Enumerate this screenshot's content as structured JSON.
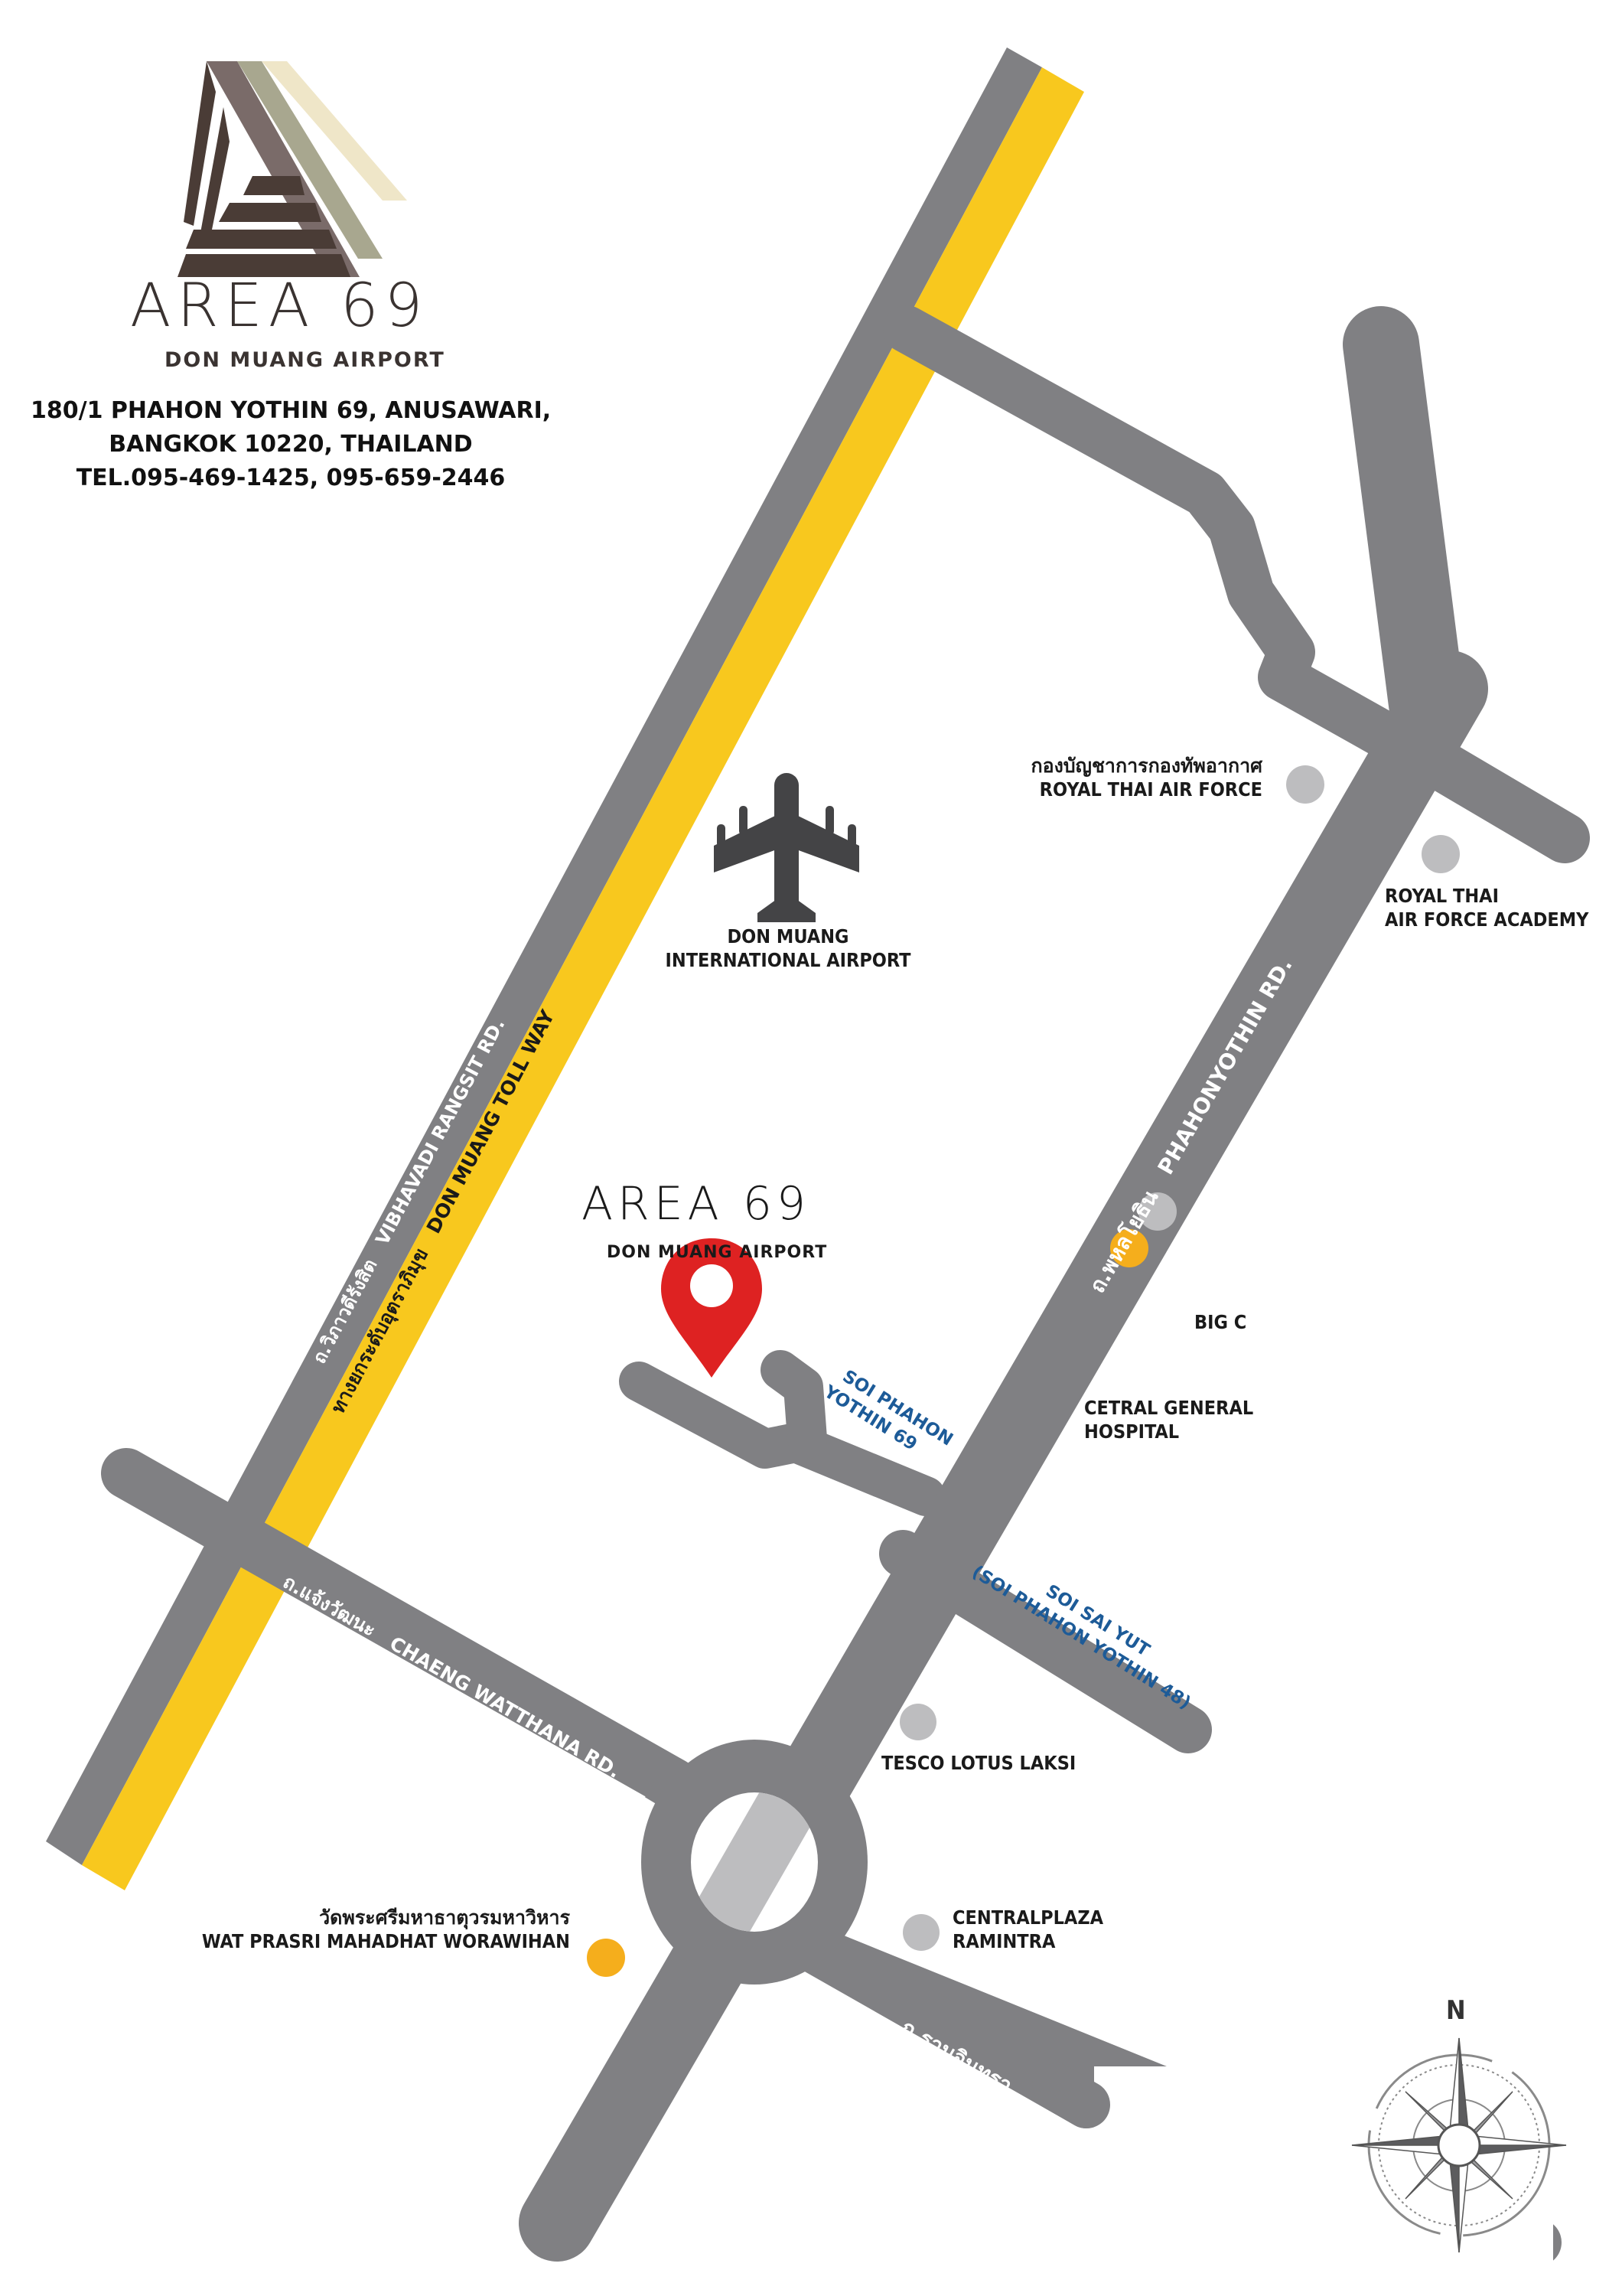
{
  "header": {
    "brand": "AREA 69",
    "subtitle": "DON MUANG AIRPORT",
    "address_lines": [
      "180/1 PHAHON YOTHIN 69, ANUSAWARI,",
      "BANGKOK 10220, THAILAND",
      "TEL.095-469-1425, 095-659-2446"
    ]
  },
  "colors": {
    "road": "#808083",
    "tollway": "#f8c81e",
    "landmark_gray": "#bdbdbf",
    "landmark_orange": "#f5ae1c",
    "pin": "#de2222",
    "soi_label": "#1d5b98",
    "logo_dark": "#4a3c36",
    "logo_mid": "#7a6b69",
    "logo_olive": "#a8a78f",
    "logo_cream": "#efe6c8"
  },
  "roads": {
    "vibhavadi": {
      "thai": "ถ.วิภาวดีรังสิต",
      "english": "VIBHAVADI RANGSIT RD."
    },
    "tollway": {
      "thai": "ทางยกระดับอุตราภิมุข",
      "english": "DON MUANG TOLL WAY"
    },
    "phahonyothin": {
      "thai": "ถ.พหลโยธิน",
      "english": "PHAHONYOTHIN RD."
    },
    "chaeng_watthana": {
      "thai": "ถ.แจ้งวัฒนะ",
      "english": "CHAENG WATTHANA RD."
    },
    "ram_intra": {
      "thai": "ถ.รามอินทรา"
    },
    "soi_phahon_69": {
      "line1": "SOI PHAHON",
      "line2": "YOTHIN 69"
    },
    "soi_sai_yut": {
      "line1": "SOI SAI YUT",
      "line2": "(SOI PHAHON YOTHIN 48)"
    }
  },
  "destination": {
    "brand": "AREA 69",
    "subtitle": "DON MUANG AIRPORT",
    "marker_icon": "map-pin-icon"
  },
  "landmarks": [
    {
      "id": "airport",
      "icon": "airplane-icon",
      "line1": "DON MUANG",
      "line2": "INTERNATIONAL AIRPORT"
    },
    {
      "id": "rtaf",
      "thai": "กองบัญชาการกองทัพอากาศ",
      "english": "ROYAL THAI AIR FORCE",
      "dot": "gray"
    },
    {
      "id": "rtaf_academy",
      "line1": "ROYAL THAI",
      "line2": "AIR FORCE ACADEMY",
      "dot": "gray"
    },
    {
      "id": "big_c",
      "label": "BIG C",
      "dot": "gray"
    },
    {
      "id": "hospital",
      "line1": "CETRAL GENERAL",
      "line2": "HOSPITAL",
      "dot": "orange"
    },
    {
      "id": "tesco",
      "label": "TESCO LOTUS LAKSI",
      "dot": "gray"
    },
    {
      "id": "central_plaza",
      "line1": "CENTRALPLAZA",
      "line2": "RAMINTRA",
      "dot": "gray"
    },
    {
      "id": "wat",
      "thai": "วัดพระศรีมหาธาตุวรมหาวิหาร",
      "english": "WAT PRASRI MAHADHAT WORAWIHAN",
      "dot": "orange"
    }
  ],
  "compass": {
    "north_label": "N",
    "icon": "compass-rose-icon"
  }
}
